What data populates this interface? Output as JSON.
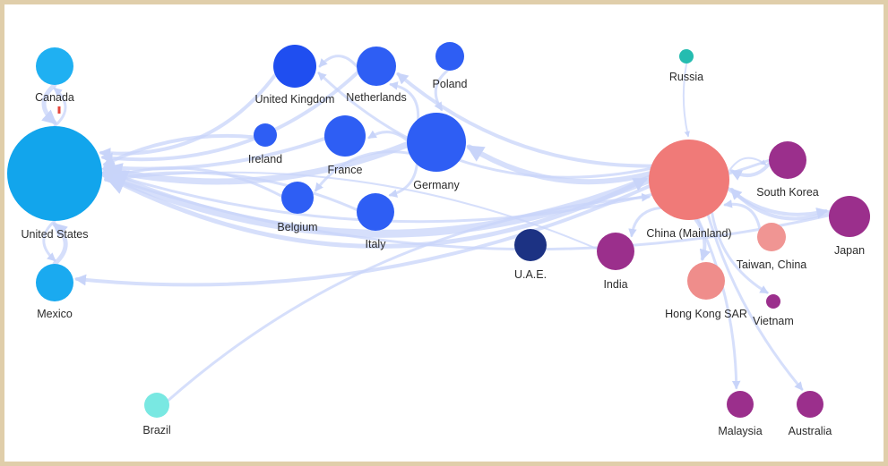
{
  "colors": {
    "background": "#ffffff",
    "frame": "#e0ceaa",
    "flow": "#c8d4f9",
    "canada_marker": "#e5463c"
  },
  "nodes": [
    {
      "id": "united-states",
      "label": "United States",
      "color": "#12a5ec"
    },
    {
      "id": "canada",
      "label": "Canada",
      "color": "#1fb0f2"
    },
    {
      "id": "mexico",
      "label": "Mexico",
      "color": "#1aaaf0"
    },
    {
      "id": "united-kingdom",
      "label": "United Kingdom",
      "color": "#1f4ef0"
    },
    {
      "id": "netherlands",
      "label": "Netherlands",
      "color": "#2e5ef4"
    },
    {
      "id": "poland",
      "label": "Poland",
      "color": "#2e5ef4"
    },
    {
      "id": "ireland",
      "label": "Ireland",
      "color": "#2e5ef4"
    },
    {
      "id": "france",
      "label": "France",
      "color": "#2e5ef4"
    },
    {
      "id": "germany",
      "label": "Germany",
      "color": "#2e5ef4"
    },
    {
      "id": "belgium",
      "label": "Belgium",
      "color": "#2e5ef4"
    },
    {
      "id": "italy",
      "label": "Italy",
      "color": "#2e5ef4"
    },
    {
      "id": "uae",
      "label": "U.A.E.",
      "color": "#1c3283"
    },
    {
      "id": "russia",
      "label": "Russia",
      "color": "#25bcb0"
    },
    {
      "id": "china",
      "label": "China (Mainland)",
      "color": "#f07a78"
    },
    {
      "id": "south-korea",
      "label": "South Korea",
      "color": "#9b2f8c"
    },
    {
      "id": "japan",
      "label": "Japan",
      "color": "#9b2f8c"
    },
    {
      "id": "taiwan",
      "label": "Taiwan, China",
      "color": "#f09593"
    },
    {
      "id": "india",
      "label": "India",
      "color": "#9b2f8c"
    },
    {
      "id": "hong-kong",
      "label": "Hong Kong SAR",
      "color": "#ef8d8b"
    },
    {
      "id": "vietnam",
      "label": "Vietnam",
      "color": "#9b2f8c"
    },
    {
      "id": "malaysia",
      "label": "Malaysia",
      "color": "#9b2f8c"
    },
    {
      "id": "australia",
      "label": "Australia",
      "color": "#9b2f8c"
    },
    {
      "id": "brazil",
      "label": "Brazil",
      "color": "#79e8e2"
    }
  ],
  "flows": [
    {
      "from": "china",
      "to": "united-states"
    },
    {
      "from": "germany",
      "to": "united-states"
    },
    {
      "from": "united-states",
      "to": "china"
    },
    {
      "from": "china",
      "to": "germany"
    },
    {
      "from": "netherlands",
      "to": "united-states"
    },
    {
      "from": "united-kingdom",
      "to": "united-states"
    },
    {
      "from": "ireland",
      "to": "united-states"
    },
    {
      "from": "france",
      "to": "united-states"
    },
    {
      "from": "italy",
      "to": "united-states"
    },
    {
      "from": "belgium",
      "to": "united-states"
    },
    {
      "from": "germany",
      "to": "netherlands"
    },
    {
      "from": "netherlands",
      "to": "united-kingdom"
    },
    {
      "from": "germany",
      "to": "france"
    },
    {
      "from": "germany",
      "to": "italy"
    },
    {
      "from": "germany",
      "to": "belgium"
    },
    {
      "from": "poland",
      "to": "germany"
    },
    {
      "from": "china",
      "to": "netherlands"
    },
    {
      "from": "china",
      "to": "united-kingdom"
    },
    {
      "from": "china",
      "to": "mexico"
    },
    {
      "from": "mexico",
      "to": "united-states"
    },
    {
      "from": "canada",
      "to": "united-states"
    },
    {
      "from": "united-states",
      "to": "mexico"
    },
    {
      "from": "united-states",
      "to": "canada"
    },
    {
      "from": "south-korea",
      "to": "china"
    },
    {
      "from": "japan",
      "to": "china"
    },
    {
      "from": "china",
      "to": "japan"
    },
    {
      "from": "taiwan",
      "to": "china"
    },
    {
      "from": "china",
      "to": "hong-kong"
    },
    {
      "from": "china",
      "to": "india"
    },
    {
      "from": "china",
      "to": "vietnam"
    },
    {
      "from": "china",
      "to": "malaysia"
    },
    {
      "from": "china",
      "to": "australia"
    },
    {
      "from": "russia",
      "to": "china"
    },
    {
      "from": "brazil",
      "to": "china"
    },
    {
      "from": "south-korea",
      "to": "united-states"
    },
    {
      "from": "japan",
      "to": "united-states"
    },
    {
      "from": "china",
      "to": "south-korea"
    },
    {
      "from": "india",
      "to": "united-states"
    }
  ]
}
